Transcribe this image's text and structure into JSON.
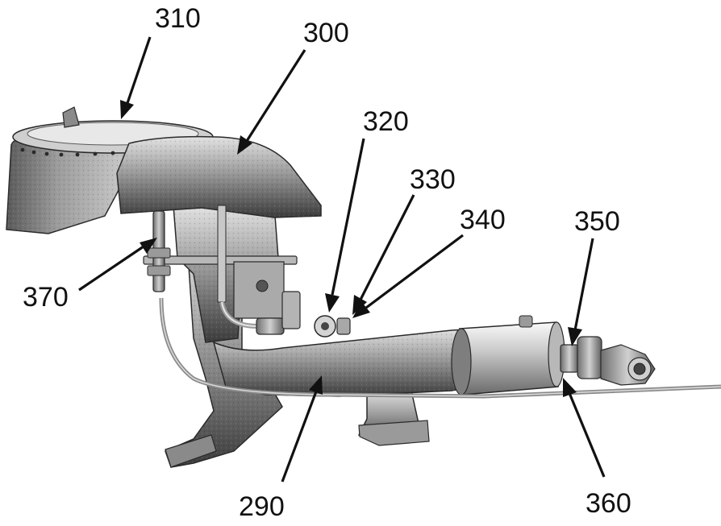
{
  "figure": {
    "background": "#ffffff",
    "ink": "#111111",
    "metal_light": "#d8d8d8",
    "metal_dark": "#4a4a4a"
  },
  "callouts": {
    "c310": "310",
    "c300": "300",
    "c320": "320",
    "c330": "330",
    "c340": "340",
    "c350": "350",
    "c370": "370",
    "c290": "290",
    "c360": "360"
  }
}
